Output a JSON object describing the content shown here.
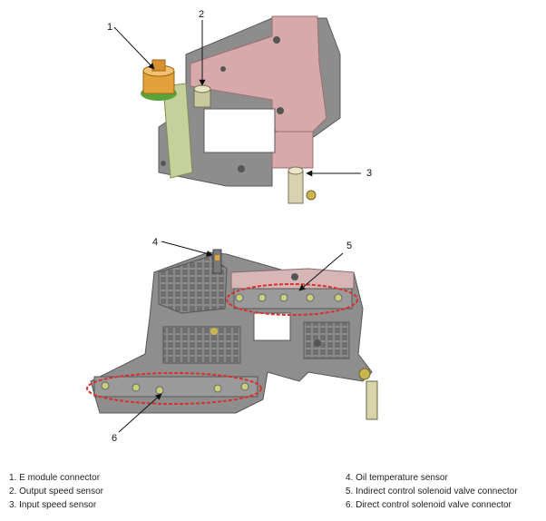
{
  "callouts": {
    "c1": "1",
    "c2": "2",
    "c3": "3",
    "c4": "4",
    "c5": "5",
    "c6": "6"
  },
  "legend": {
    "left": [
      "1. E module connector",
      "2. Output speed sensor",
      "3. Input speed sensor"
    ],
    "right": [
      "4. Oil temperature sensor",
      "5. Indirect control solenoid valve connector",
      "6. Direct control solenoid valve connector"
    ]
  },
  "colors": {
    "housing_grey": "#8e8e8e",
    "bracket_pink": "#d4a8a8",
    "board_green": "#c4d09a",
    "connector_orange": "#e3a13c",
    "highlight_red": "#d9312b"
  }
}
